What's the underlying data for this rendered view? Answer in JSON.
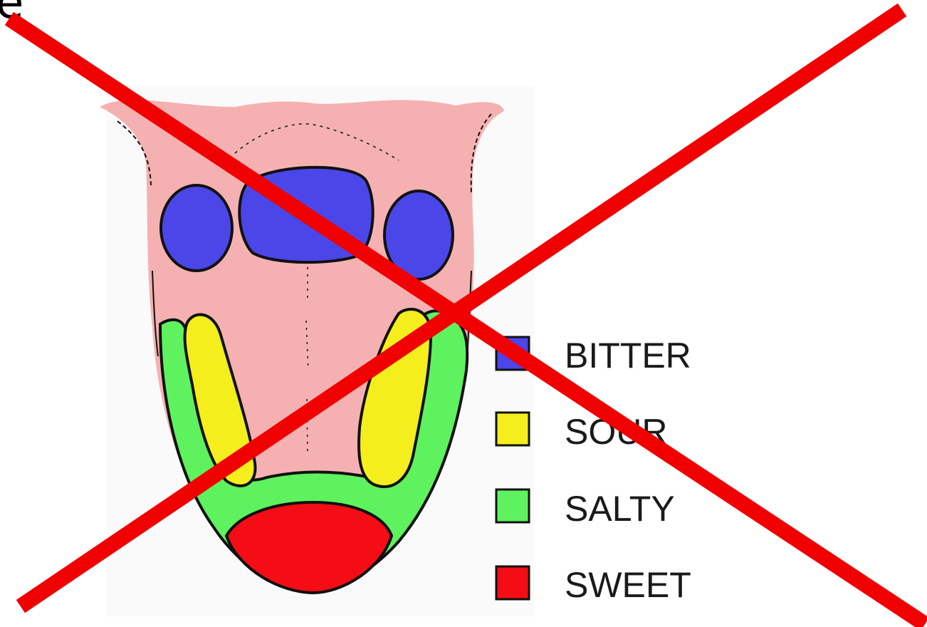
{
  "corner_text": "e",
  "legend": [
    {
      "label": "BITTER",
      "color": "#4b46e8"
    },
    {
      "label": "SOUR",
      "color": "#f4ee1c"
    },
    {
      "label": "SALTY",
      "color": "#5ef25e"
    },
    {
      "label": "SWEET",
      "color": "#f40d14"
    }
  ],
  "colors": {
    "tongue": "#f5b1b1",
    "outline": "#111111",
    "cross": "#f00000"
  }
}
